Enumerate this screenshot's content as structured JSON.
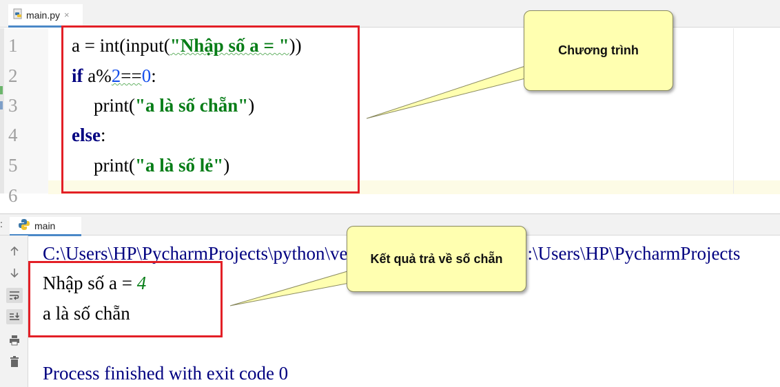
{
  "editor_tab": {
    "filename": "main.py",
    "close": "×"
  },
  "code": {
    "line_numbers": [
      "1",
      "2",
      "3",
      "4",
      "5",
      "6"
    ],
    "line1": {
      "a": "a = int(input(",
      "str": "\"Nhập số a = \"",
      "b": "))"
    },
    "line2": {
      "kw": "if",
      "a": " a%",
      "n2": "2",
      "eq": "==",
      "n0": "0",
      "b": ":"
    },
    "line3": {
      "a": "print(",
      "str": "\"a là số chẵn\"",
      "b": ")"
    },
    "line4": {
      "kw": "else",
      "b": ":"
    },
    "line5": {
      "a": "print(",
      "str": "\"a là số lẻ\"",
      "b": ")"
    }
  },
  "run_panel": {
    "colon": ":",
    "tab_label": "main",
    "console": {
      "command": "C:\\Users\\HP\\PycharmProjects\\python\\venv\\Scripts\\python.exe C:\\Users\\HP\\PycharmProjects",
      "prompt": "Nhập số a = ",
      "input_value": "4",
      "result": "a là số chẵn",
      "exit": "Process finished with exit code 0"
    }
  },
  "toolbar_icons": [
    "arrow-up-icon",
    "arrow-down-icon",
    "soft-wrap-icon",
    "scroll-to-end-icon",
    "print-icon",
    "trash-icon"
  ],
  "annotations": {
    "callout_program": "Chương trình",
    "callout_result": "Kết quả trả về số chẵn"
  },
  "colors": {
    "keyword": "#000080",
    "string": "#067d17",
    "number": "#1750eb",
    "annotation_box": "#e31f26",
    "callout_fill": "#ffffb0"
  }
}
